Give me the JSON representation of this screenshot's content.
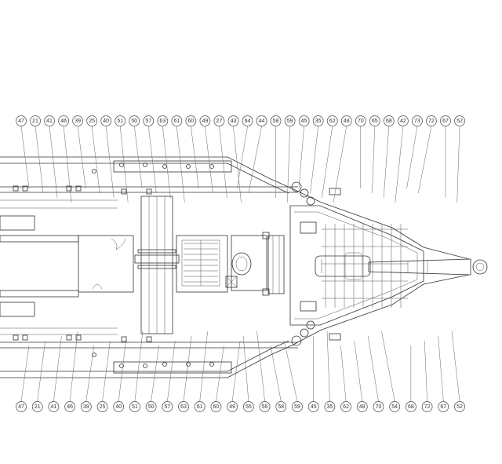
{
  "callouts": {
    "top": [
      "47",
      "21",
      "41",
      "46",
      "39",
      "25",
      "40",
      "51",
      "50",
      "57",
      "63",
      "61",
      "60",
      "49",
      "27",
      "43",
      "64",
      "44",
      "58",
      "59",
      "45",
      "35",
      "62",
      "48",
      "70",
      "65",
      "68",
      "42",
      "73",
      "72",
      "67",
      "52"
    ],
    "bottom": [
      "47",
      "21",
      "41",
      "46",
      "39",
      "25",
      "40",
      "51",
      "50",
      "57",
      "63",
      "61",
      "60",
      "49",
      "55",
      "56",
      "58",
      "59",
      "45",
      "35",
      "62",
      "48",
      "70",
      "54",
      "68",
      "72",
      "67",
      "52"
    ]
  }
}
